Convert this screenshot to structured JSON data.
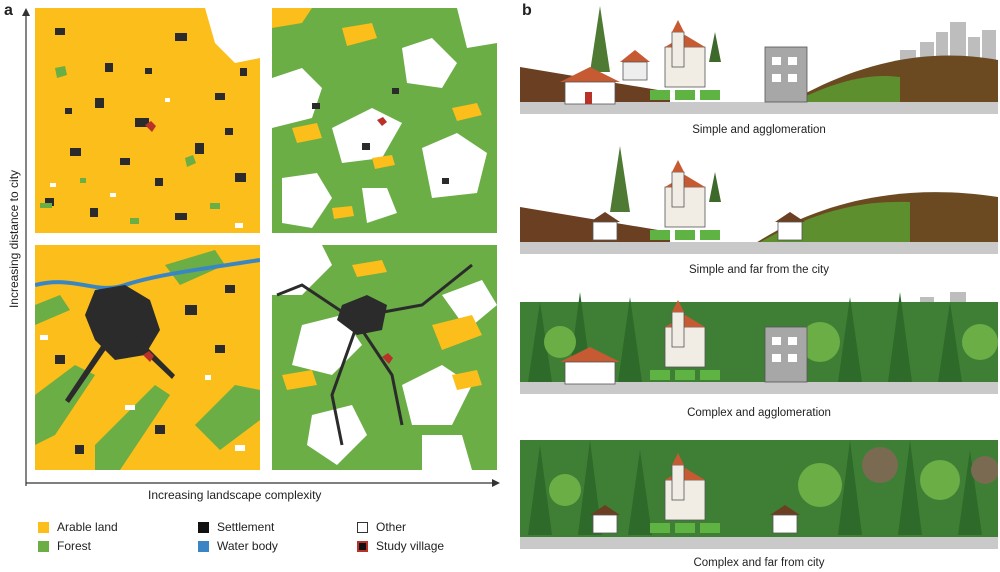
{
  "panel_a": {
    "letter": "a",
    "y_axis_label": "Increasing distance to city",
    "x_axis_label": "Increasing landscape complexity",
    "legend": [
      {
        "label": "Arable land",
        "color": "#FBBE1A"
      },
      {
        "label": "Forest",
        "color": "#6AAE45"
      },
      {
        "label": "Settlement",
        "color": "#222222"
      },
      {
        "label": "Water body",
        "color": "#3A86C4"
      },
      {
        "label": "Other",
        "color": "#FFFFFF"
      },
      {
        "label": "Study village",
        "color": "#B8322A"
      }
    ]
  },
  "panel_b": {
    "letter": "b",
    "captions": [
      "Simple and agglomeration",
      "Simple and far from the city",
      "Complex and agglomeration",
      "Complex and far from city"
    ]
  },
  "colors": {
    "arable": "#FBBE1A",
    "forest": "#6AAE45",
    "settlement": "#2B2B2B",
    "water": "#3A86C4",
    "village": "#B8322A",
    "soil": "#6B3F22",
    "hill": "#5E8F2E",
    "grass": "#5FB343",
    "road": "#C9C9C9"
  }
}
